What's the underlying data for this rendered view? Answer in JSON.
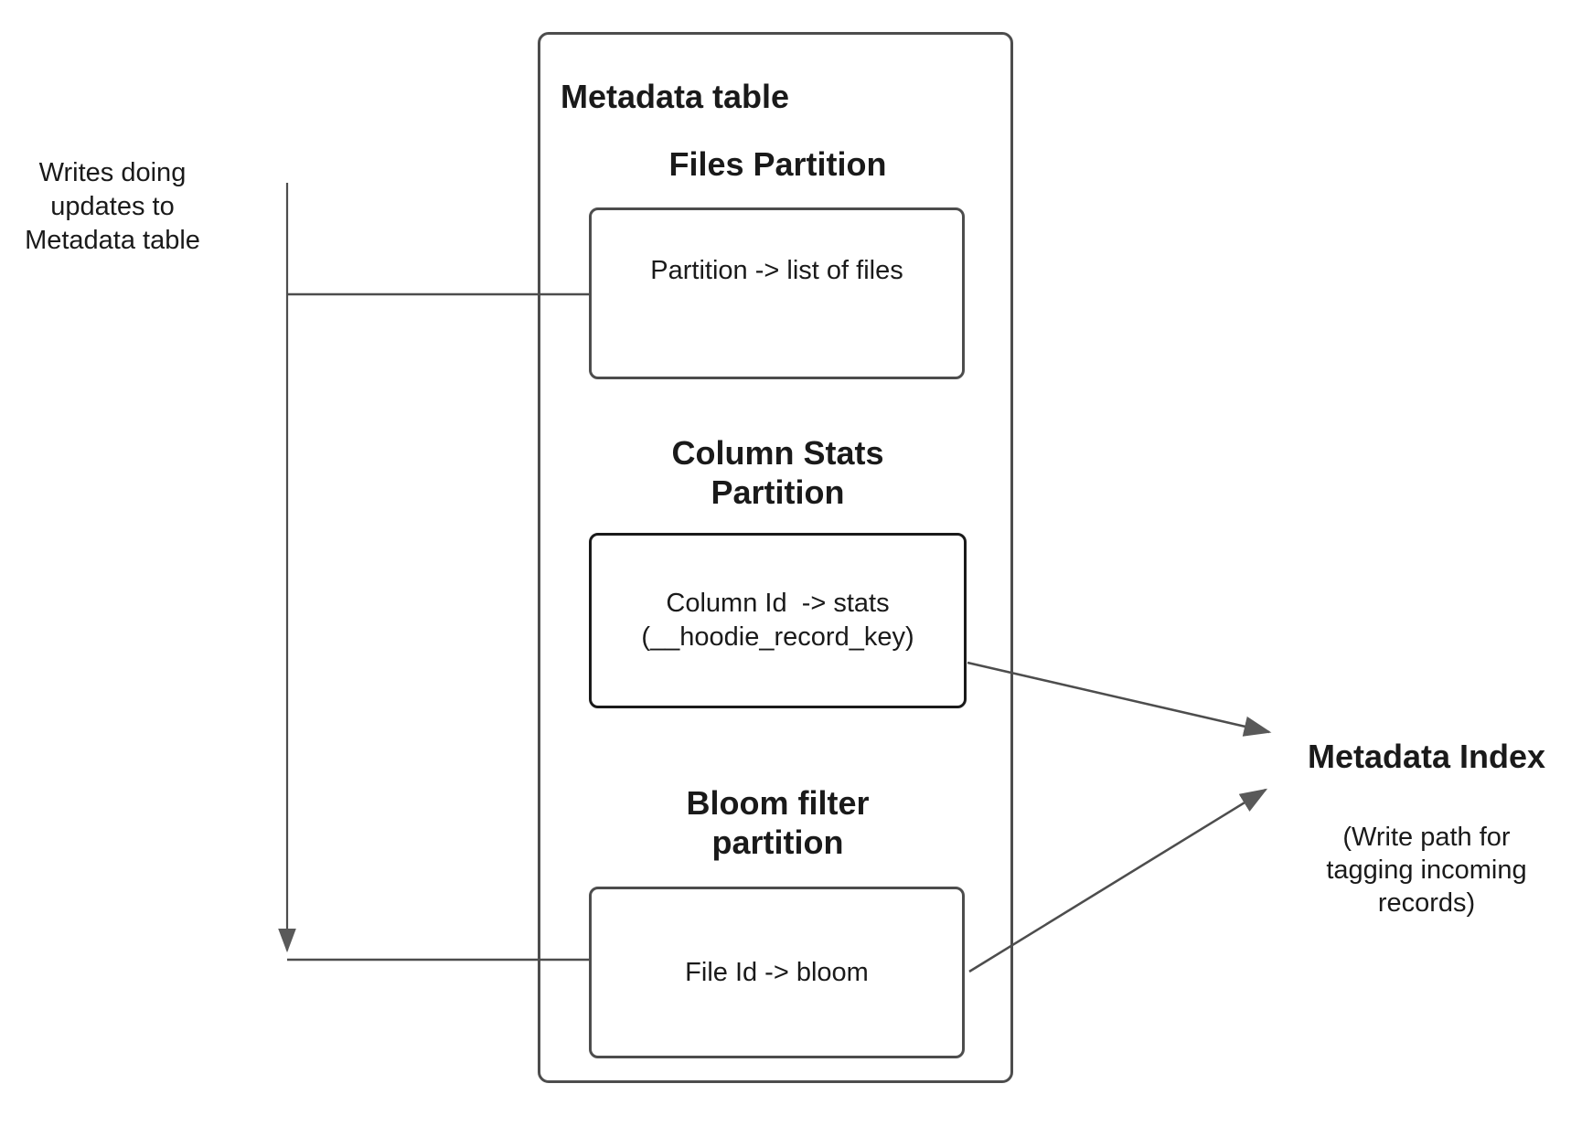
{
  "colors": {
    "line": "#4d4d4d",
    "box-border": "#4d4d4d",
    "emphasis-border": "#1a1a1a",
    "text": "#1a1a1a"
  },
  "annotations": {
    "writes_note": "Writes doing\nupdates to\nMetadata table"
  },
  "metadata_table": {
    "title": "Metadata table",
    "sections": [
      {
        "heading": "Files Partition",
        "mapping": "Partition -> list of files"
      },
      {
        "heading": "Column Stats\nPartition",
        "mapping": "Column Id  -> stats\n(__hoodie_record_key)"
      },
      {
        "heading": "Bloom filter\npartition",
        "mapping": "File Id -> bloom"
      }
    ]
  },
  "metadata_index": {
    "title": "Metadata Index",
    "subtitle": "(Write path for\ntagging incoming\nrecords)"
  }
}
